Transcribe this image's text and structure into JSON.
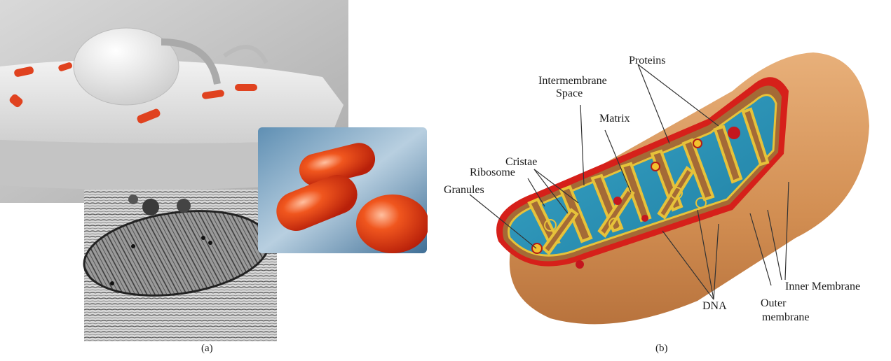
{
  "panel_a": {
    "caption": "(a)"
  },
  "panel_b": {
    "caption": "(b)",
    "labels": {
      "proteins": "Proteins",
      "intermembrane_1": "Intermembrane",
      "intermembrane_2": "Space",
      "matrix": "Matrix",
      "cristae": "Cristae",
      "ribosome": "Ribosome",
      "granules": "Granules",
      "inner_membrane": "Inner Membrane",
      "outer_1": "Outer",
      "outer_2": "membrane",
      "dna": "DNA"
    }
  },
  "colors": {
    "mitochondrion_red": "#e0421f",
    "matrix_teal": "#2a93b8",
    "outer_tan": "#d89a5d",
    "membrane_red": "#d6201a",
    "cristae_yellow": "#e6c23a"
  }
}
